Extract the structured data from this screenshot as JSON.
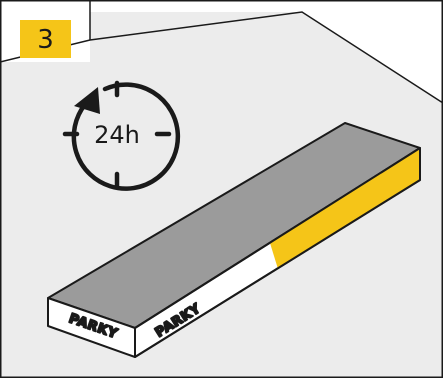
{
  "step": {
    "number": "3",
    "badge_color": "#f5c518"
  },
  "clock": {
    "label": "24h"
  },
  "box": {
    "brand_front": "PARKY",
    "brand_side": "PARKY",
    "accent_color": "#f5c518",
    "top_color": "#9b9b9b"
  },
  "room": {
    "floor_color": "#ececec",
    "line_color": "#1a1a1a"
  }
}
